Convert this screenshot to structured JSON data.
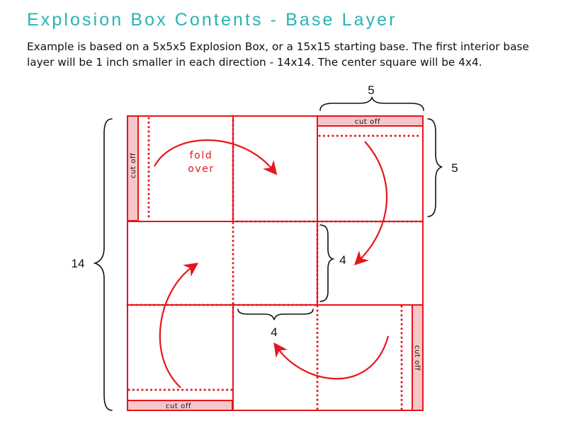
{
  "title": "Explosion Box Contents - Base Layer",
  "intro": "Example is based on a 5x5x5 Explosion Box, or a 15x15 starting base. The first interior base layer will be 1 inch smaller in each direction - 14x14. The center square will be 4x4.",
  "labels": {
    "cut_off": "cut off",
    "fold_over_line1": "fold",
    "fold_over_line2": "over"
  },
  "dimensions": {
    "top_flap_width": "5",
    "right_flap_height": "5",
    "overall_size": "14",
    "center_height": "4",
    "center_width": "4"
  },
  "colors": {
    "line_red": "#e8141b",
    "strip_fill": "#f6c7c9",
    "title_teal": "#2ab3b3"
  }
}
